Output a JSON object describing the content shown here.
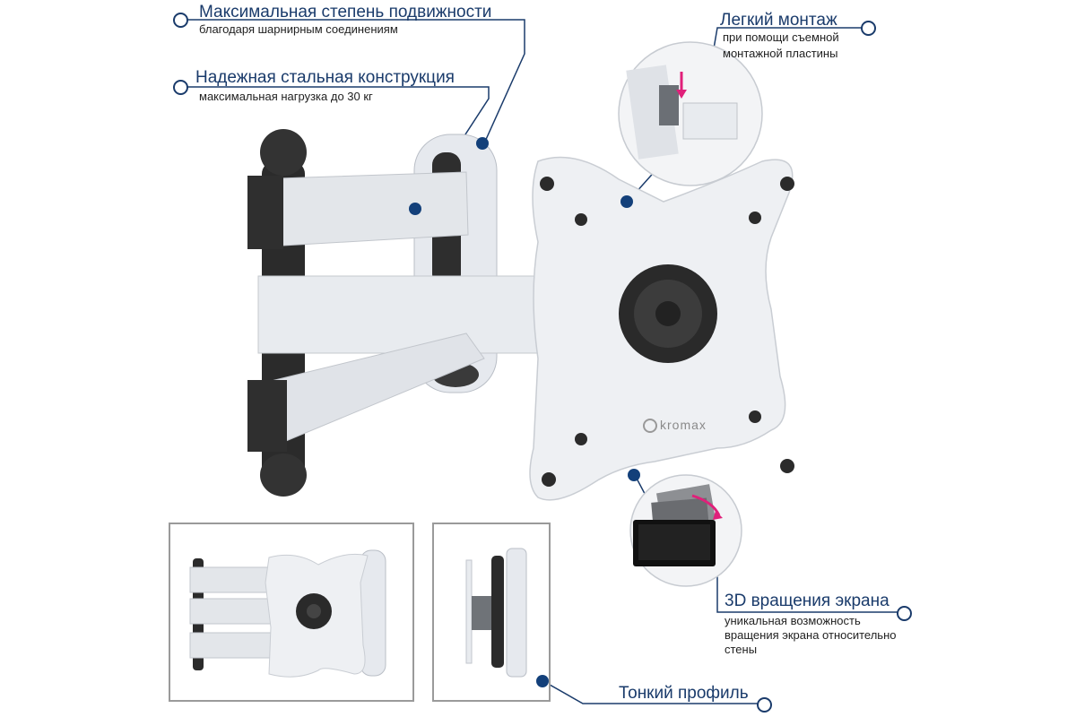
{
  "callouts": {
    "mobility": {
      "title": "Максимальная степень подвижности",
      "subtitle": "благодаря шарнирным соединениям"
    },
    "steel": {
      "title": "Надежная стальная конструкция",
      "subtitle": "максимальная нагрузка до 30 кг"
    },
    "mounting": {
      "title": "Легкий монтаж",
      "subtitle_line1": "при помощи съемной",
      "subtitle_line2": "монтажной пластины"
    },
    "rotation": {
      "title": "3D вращения экрана",
      "subtitle_line1": "уникальная возможность",
      "subtitle_line2": "вращения экрана относительно",
      "subtitle_line3": "стены"
    },
    "profile": {
      "title": "Тонкий профиль"
    }
  },
  "brand": {
    "logo_text": "kromax"
  },
  "colors": {
    "accent": "#1a3b6b",
    "bracket": "#e6e9ee",
    "joint": "#2b2b2b",
    "arrow": "#e0207a"
  }
}
